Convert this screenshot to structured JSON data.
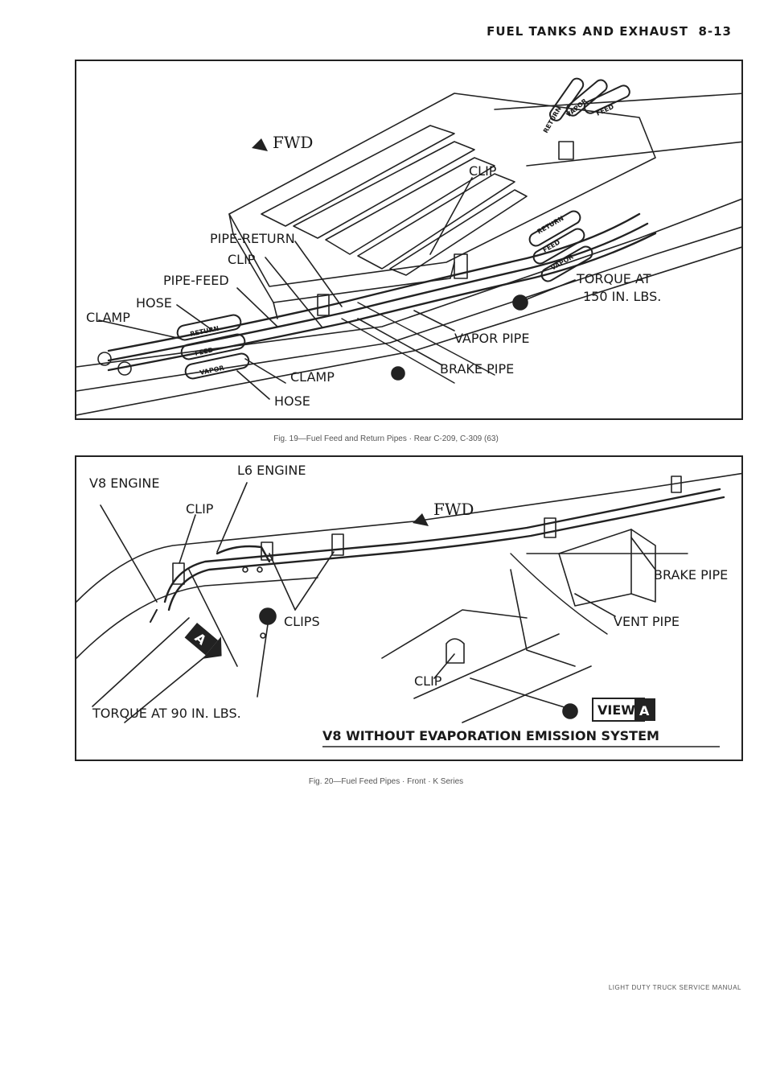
{
  "header": {
    "title": "FUEL TANKS AND EXHAUST",
    "page": "8-13"
  },
  "figure1": {
    "caption": "Fig. 19—Fuel Feed and Return Pipes · Rear C-209, C-309 (63)",
    "fwd": "FWD",
    "labels": {
      "clip_top": "CLIP",
      "pipe_return": "PIPE-RETURN",
      "clip_mid": "CLIP",
      "pipe_feed": "PIPE-FEED",
      "hose_top": "HOSE",
      "clamp_left": "CLAMP",
      "clamp_bottom": "CLAMP",
      "hose_bottom": "HOSE",
      "torque_1": "TORQUE AT",
      "torque_2": "150 IN. LBS.",
      "vapor_pipe": "VAPOR PIPE",
      "brake_pipe": "BRAKE PIPE"
    },
    "hose_tags": {
      "return_right": "RETURN",
      "vapor_right": "VAPOR",
      "feed_right": "FEED",
      "return_mid": "RETURN",
      "feed_mid": "FEED",
      "vapor_mid": "VAPOR",
      "return_left": "RETURN",
      "feed_left": "FEED",
      "vapor_left": "VAPOR"
    }
  },
  "figure2": {
    "caption": "Fig. 20—Fuel Feed Pipes · Front · K Series",
    "fwd": "FWD",
    "labels": {
      "v8_engine": "V8 ENGINE",
      "l6_engine": "L6 ENGINE",
      "clip_top": "CLIP",
      "clips": "CLIPS",
      "brake_pipe": "BRAKE PIPE",
      "vent_pipe": "VENT PIPE",
      "torque": "TORQUE AT 90 IN. LBS.",
      "clip_bottom": "CLIP",
      "view": "VIEW",
      "view_letter": "A",
      "badge_letter": "A",
      "system_title": "V8 WITHOUT EVAPORATION EMISSION SYSTEM"
    }
  },
  "footer": "LIGHT DUTY TRUCK SERVICE MANUAL"
}
